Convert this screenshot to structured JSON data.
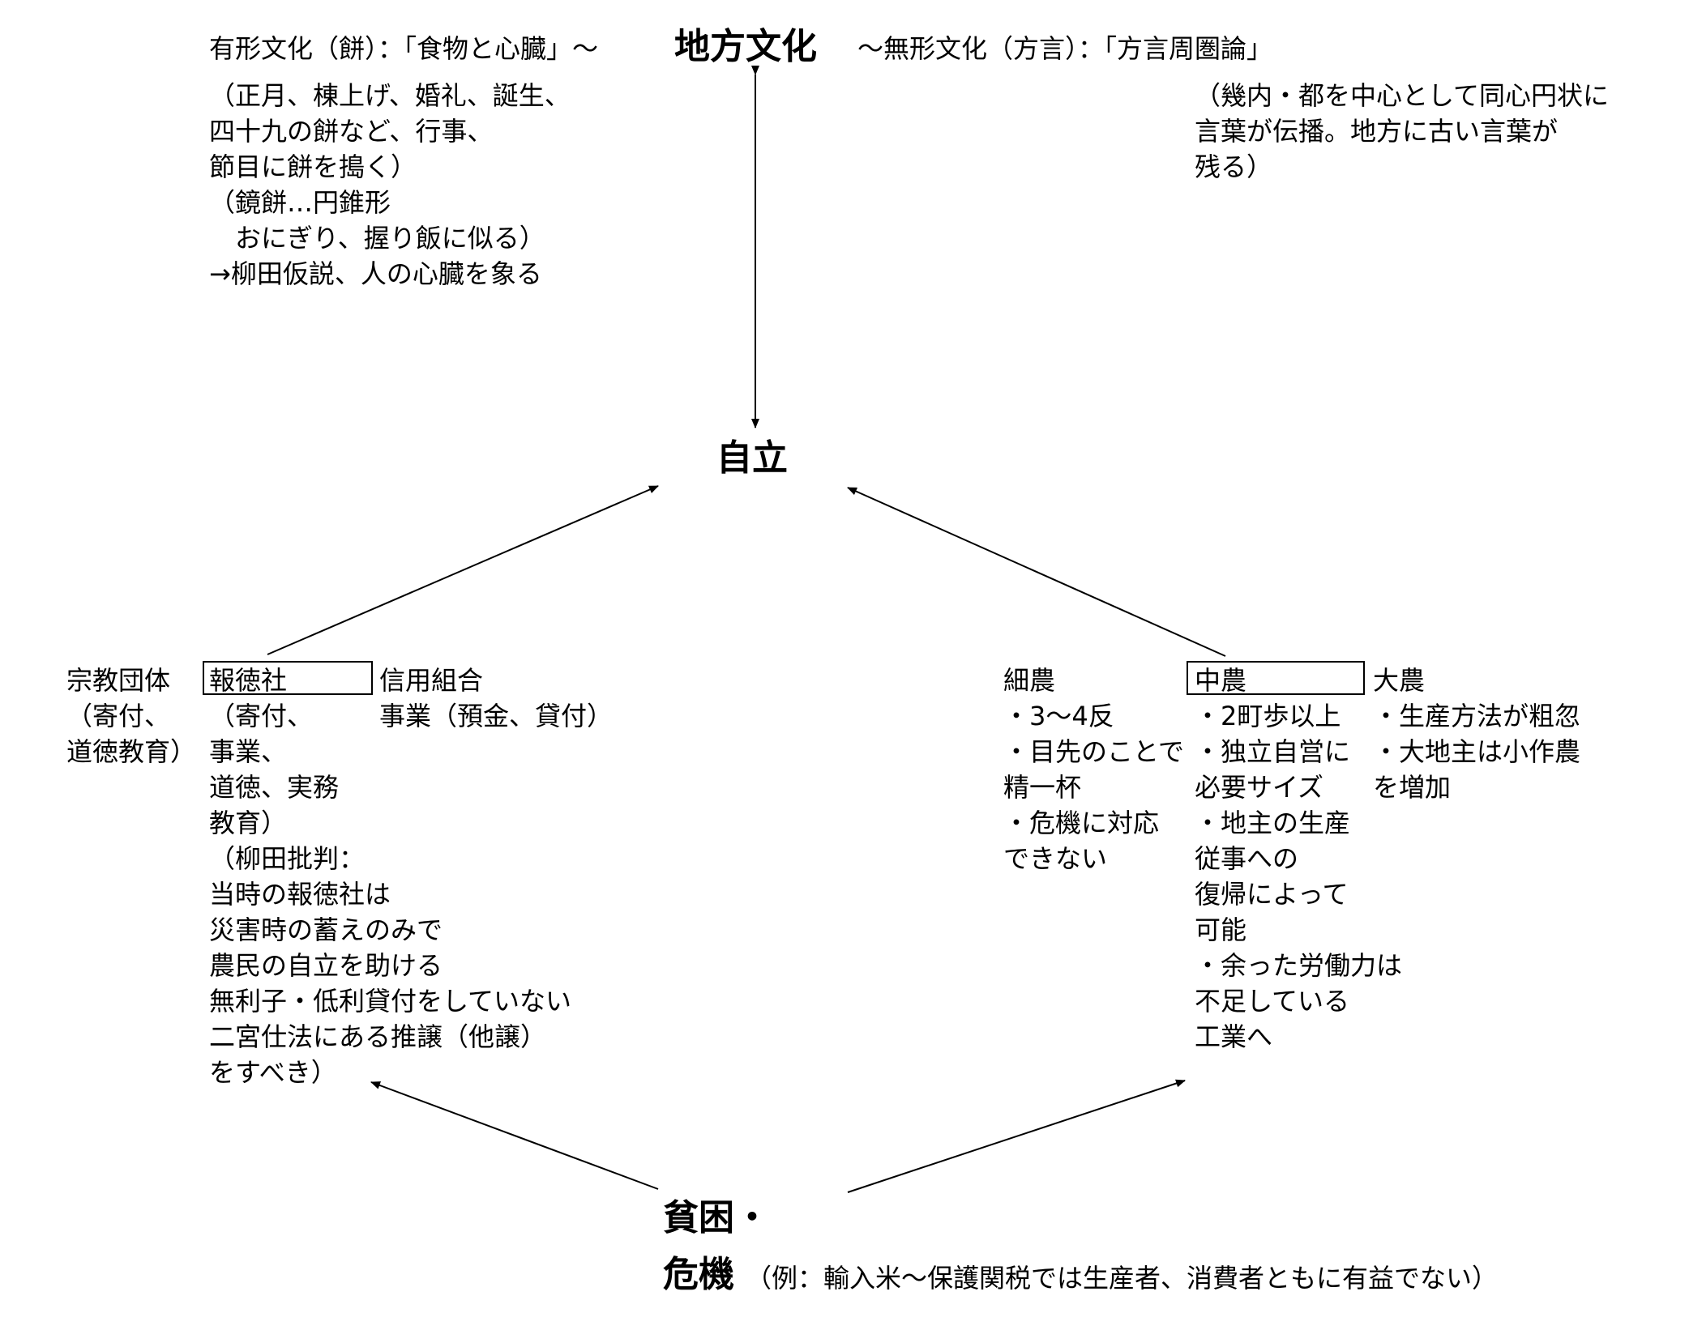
{
  "top": {
    "title": "地方文化",
    "left_header": "有形文化（餅）：「食物と心臓」～",
    "left_body": "（正月、棟上げ、婚礼、誕生、\n四十九の餅など、行事、\n節目に餅を搗く）\n（鏡餅…円錐形\n　おにぎり、握り飯に似る）\n→柳田仮説、人の心臓を象る",
    "right_header": "～無形文化（方言）：「方言周圏論」",
    "right_body": "（幾内・都を中心として同心円状に\n言葉が伝播。地方に古い言葉が\n残る）"
  },
  "center": {
    "title": "自立"
  },
  "left_group": {
    "religious": "宗教団体\n（寄付、\n道徳教育）",
    "hotokusha_label": "報徳社",
    "hotokusha_body": "（寄付、\n事業、\n道徳、実務\n教育）\n（柳田批判：\n当時の報徳社は\n災害時の蓄えのみで\n農民の自立を助ける\n無利子・低利貸付をしていない\n二宮仕法にある推譲（他譲）\nをすべき）",
    "credit_union": "信用組合\n事業（預金、貸付）"
  },
  "right_group": {
    "small_farm": "細農\n・3～4反\n・目先のことで\n精一杯\n・危機に対応\nできない",
    "middle_farm_label": "中農",
    "middle_farm_body": "・2町歩以上\n・独立自営に\n必要サイズ\n・地主の生産\n従事への\n復帰によって\n可能\n・余った労働力は\n不足している\n工業へ",
    "large_farm": "大農\n・生産方法が粗忽\n・大地主は小作農\nを増加"
  },
  "bottom": {
    "title_line1": "貧困・",
    "title_line2": "危機",
    "example": "（例：輸入米～保護関税では生産者、消費者ともに有益でない）"
  }
}
